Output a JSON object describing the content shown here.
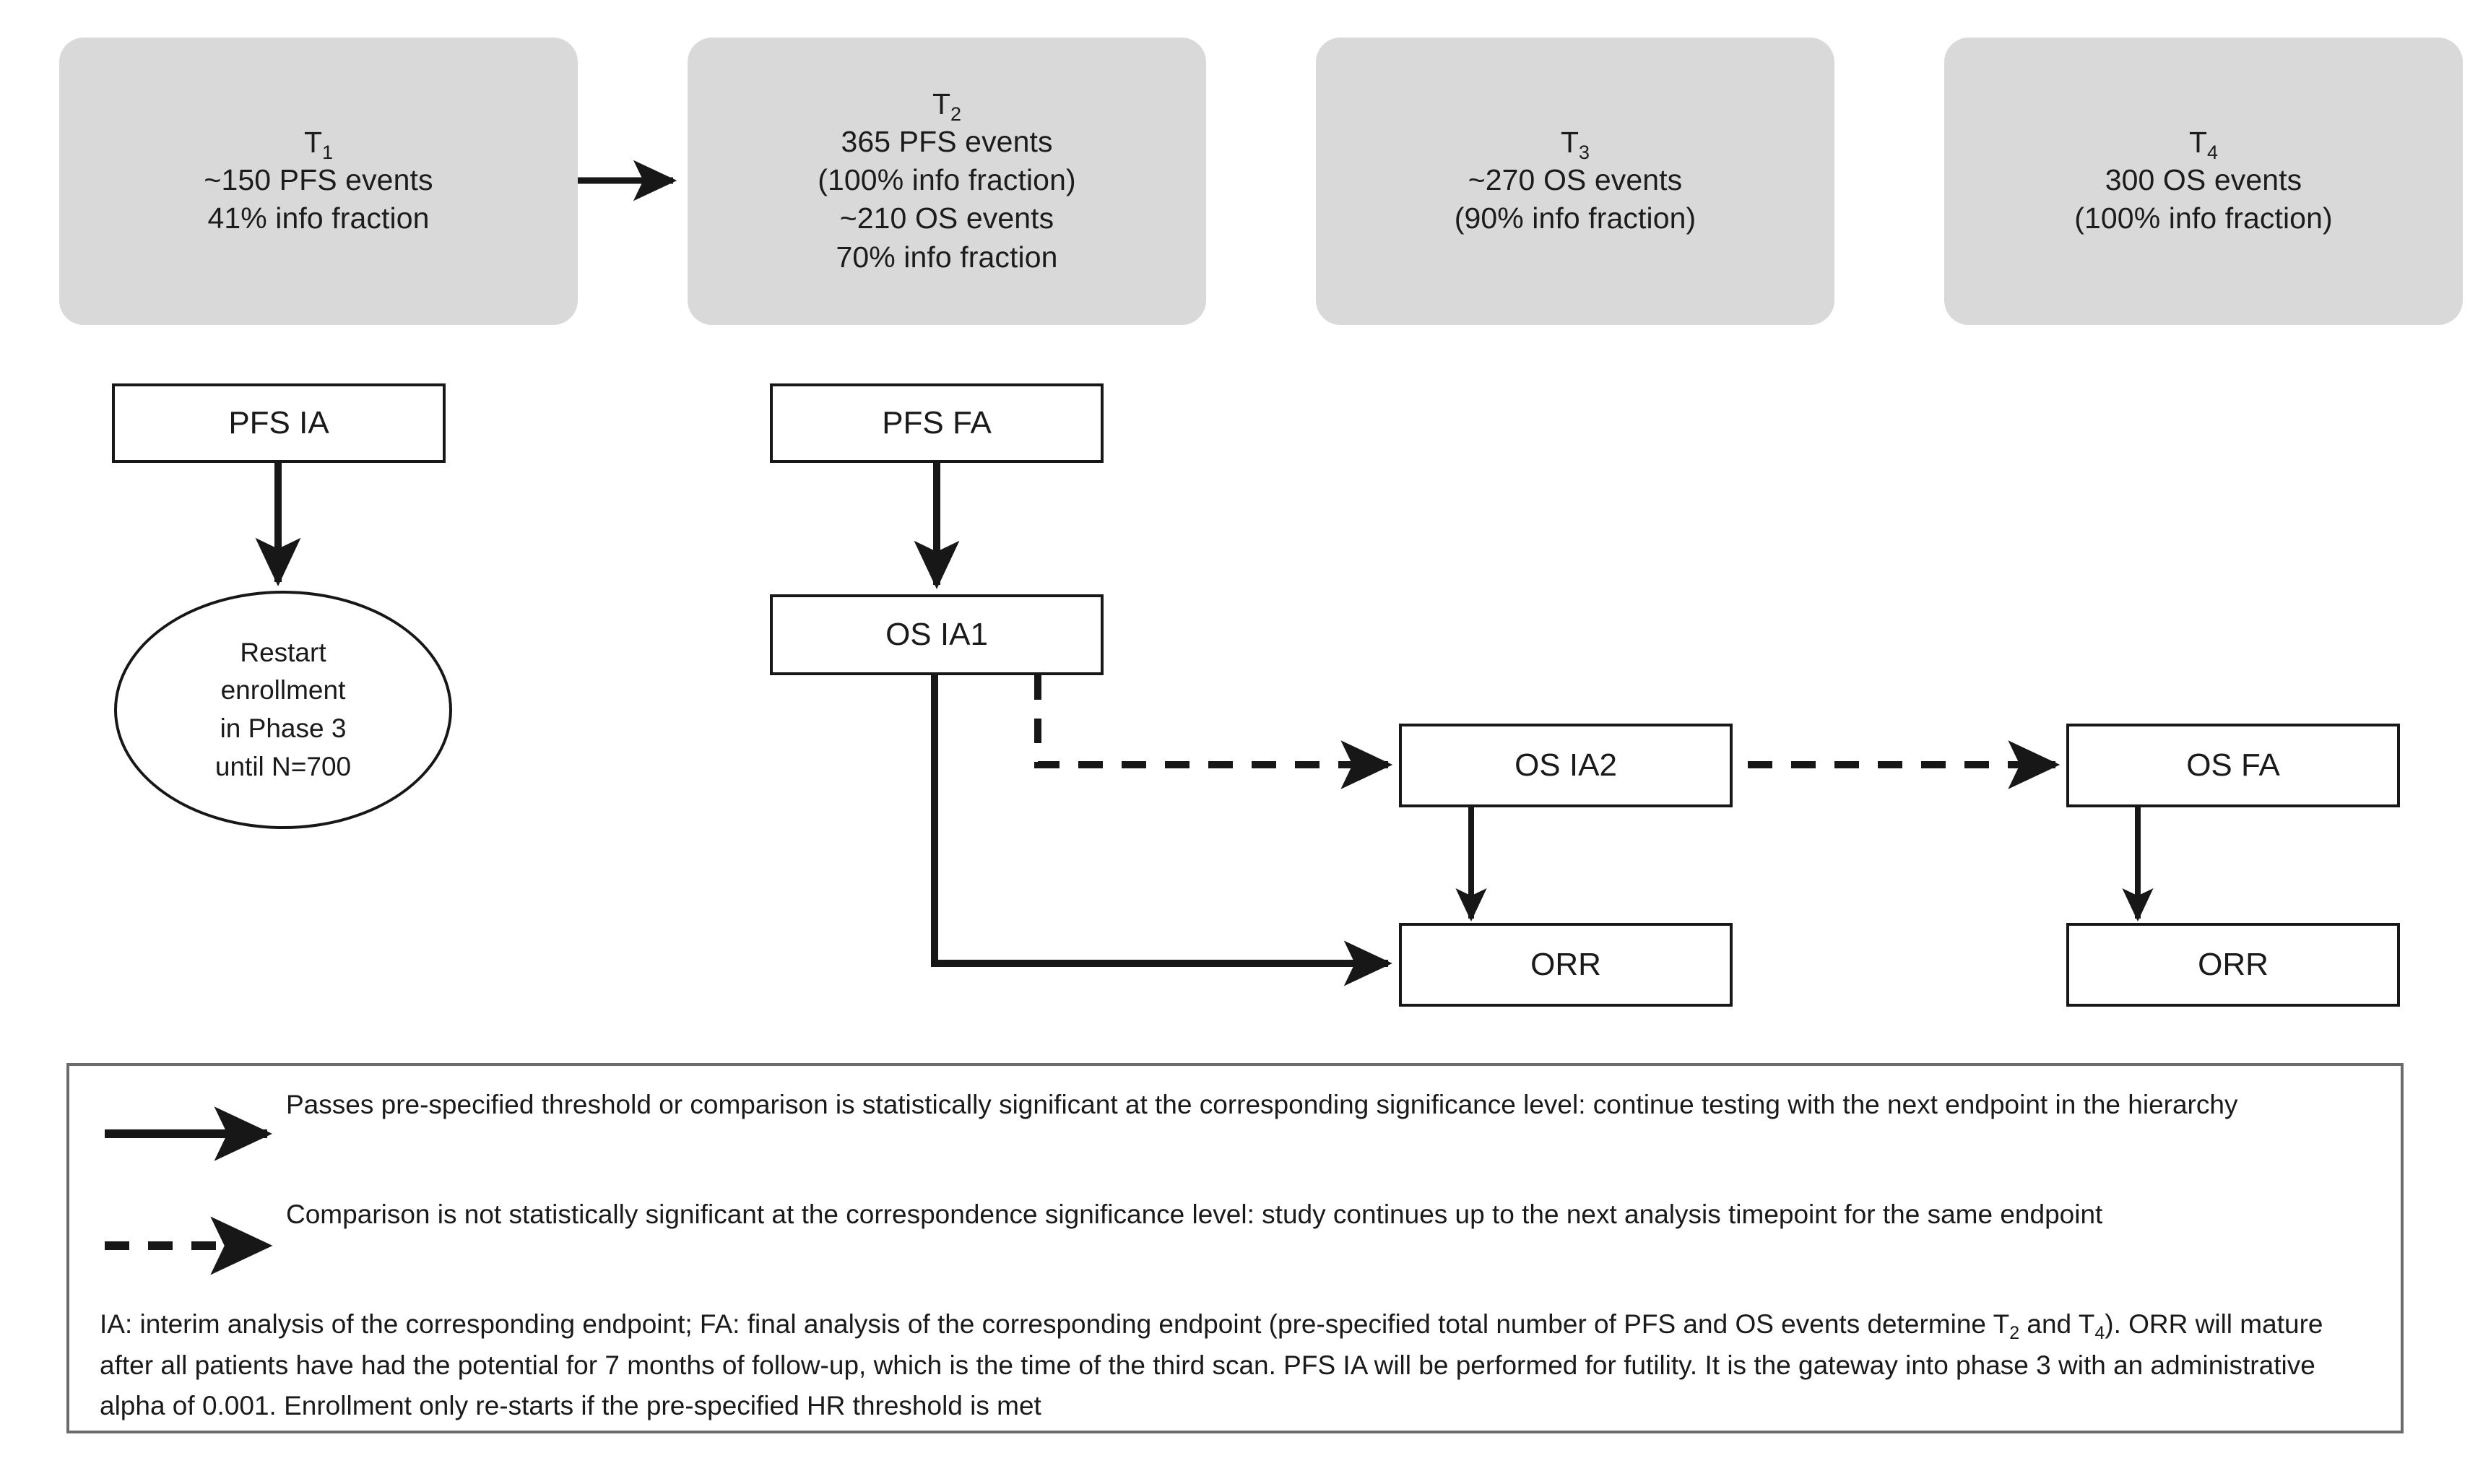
{
  "diagram": {
    "title": "Clinical trial analysis timing and testing hierarchy flow diagram",
    "colors": {
      "timeline_box_fill": "#d9d9d9",
      "node_border": "#171717",
      "legend_border": "#6b6b6b",
      "text": "#1a1a1a",
      "background": "#ffffff"
    }
  },
  "timeline": [
    {
      "id": "T1",
      "label": "T",
      "sub": "1",
      "lines": [
        "~150 PFS events",
        "41% info fraction"
      ]
    },
    {
      "id": "T2",
      "label": "T",
      "sub": "2",
      "lines": [
        "365 PFS events",
        "(100% info fraction)",
        "~210 OS events",
        "70% info fraction"
      ]
    },
    {
      "id": "T3",
      "label": "T",
      "sub": "3",
      "lines": [
        "~270 OS events",
        "(90% info fraction)"
      ]
    },
    {
      "id": "T4",
      "label": "T",
      "sub": "4",
      "lines": [
        "300 OS events",
        "(100% info fraction)"
      ]
    }
  ],
  "nodes": {
    "pfs_ia": "PFS IA",
    "pfs_fa": "PFS FA",
    "os_ia1": "OS IA1",
    "os_ia2": "OS IA2",
    "os_fa": "OS FA",
    "orr_mid": "ORR",
    "orr_right": "ORR"
  },
  "ellipse": {
    "lines": [
      "Restart",
      "enrollment",
      "in Phase 3",
      "until N=700"
    ]
  },
  "legend": {
    "entries": [
      {
        "key": "solid-arrow",
        "text": "Passes pre-specified threshold or comparison is statistically significant at the corresponding significance level: continue testing with the next endpoint in the hierarchy"
      },
      {
        "key": "dashed-arrow",
        "text": "Comparison is not statistically significant at the correspondence significance level: study continues up to the next analysis timepoint for the same endpoint"
      }
    ],
    "footnote": {
      "part1": "IA: interim analysis of the corresponding endpoint; FA: final analysis of the corresponding endpoint (pre-specified total number of PFS and OS events determine T",
      "sub1": "2",
      "part2": " and T",
      "sub2": "4",
      "part3": "). ORR will mature after all patients have had the potential for 7 months of follow-up, which is the time of the third scan. PFS IA will be performed for futility. It is the gateway into phase 3 with an administrative alpha of 0.001. Enrollment only re-starts if the pre-specified HR threshold is met"
    }
  }
}
